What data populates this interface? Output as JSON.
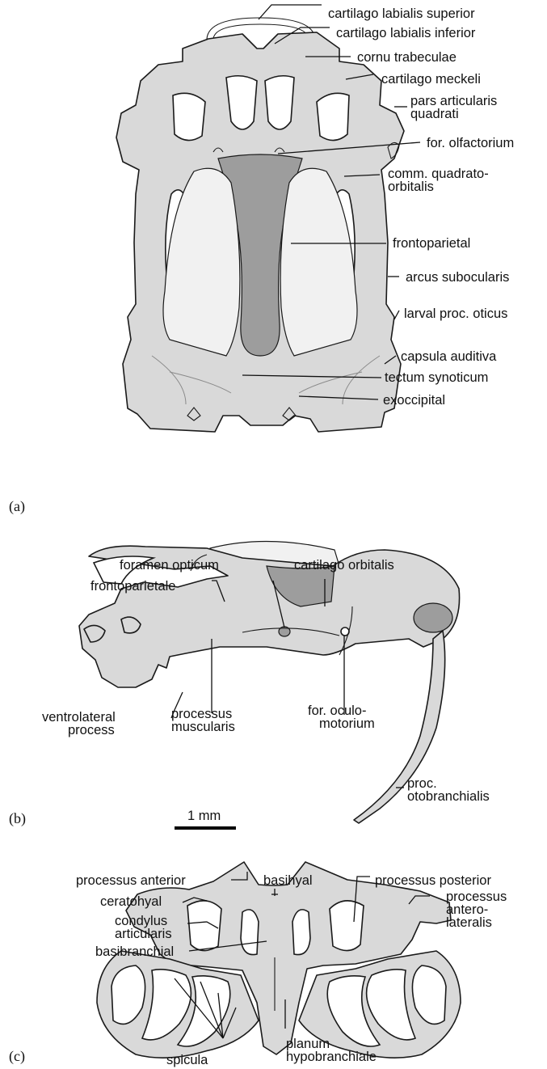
{
  "panels": {
    "a": "(a)",
    "b": "(b)",
    "c": "(c)"
  },
  "scale_bar": "1 mm",
  "labels_a": {
    "cartilago_labialis_superior": "cartilago labialis superior",
    "cartilago_labialis_inferior": "cartilago labialis inferior",
    "cornu_trabeculae": "cornu trabeculae",
    "cartilago_meckeli": "cartilago meckeli",
    "pars_articularis_1": "pars articularis",
    "pars_articularis_2": "quadrati",
    "for_olfactorium": "for. olfactorium",
    "comm_quadrato_1": "comm. quadrato-",
    "comm_quadrato_2": "orbitalis",
    "frontoparietal": "frontoparietal",
    "arcus_subocularis": "arcus subocularis",
    "larval_proc_oticus": "larval proc. oticus",
    "capsula_auditiva": "capsula auditiva",
    "tectum_synoticum": "tectum synoticum",
    "exoccipital": "exoccipital"
  },
  "labels_b": {
    "foramen_opticum": "foramen opticum",
    "cartilago_orbitalis": "cartilago orbitalis",
    "frontoparietale": "frontoparietale",
    "ventrolateral_1": "ventrolateral",
    "ventrolateral_2": "process",
    "processus_muscularis_1": "processus",
    "processus_muscularis_2": "muscularis",
    "for_oculomotorium_1": "for. oculo-",
    "for_oculomotorium_2": "motorium",
    "proc_otobranchialis_1": "proc.",
    "proc_otobranchialis_2": "otobranchialis"
  },
  "labels_c": {
    "processus_anterior": "processus anterior",
    "basihyal": "basihyal",
    "processus_posterior": "processus posterior",
    "ceratohyal": "ceratohyal",
    "processus_anterolateralis_1": "processus",
    "processus_anterolateralis_2": "antero-",
    "processus_anterolateralis_3": "lateralis",
    "condylus_articularis_1": "condylus",
    "condylus_articularis_2": "articularis",
    "basibranchial": "basibranchial",
    "spicula": "spicula",
    "planum_hypobranchiale_1": "planum",
    "planum_hypobranchiale_2": "hypobranchiale"
  }
}
